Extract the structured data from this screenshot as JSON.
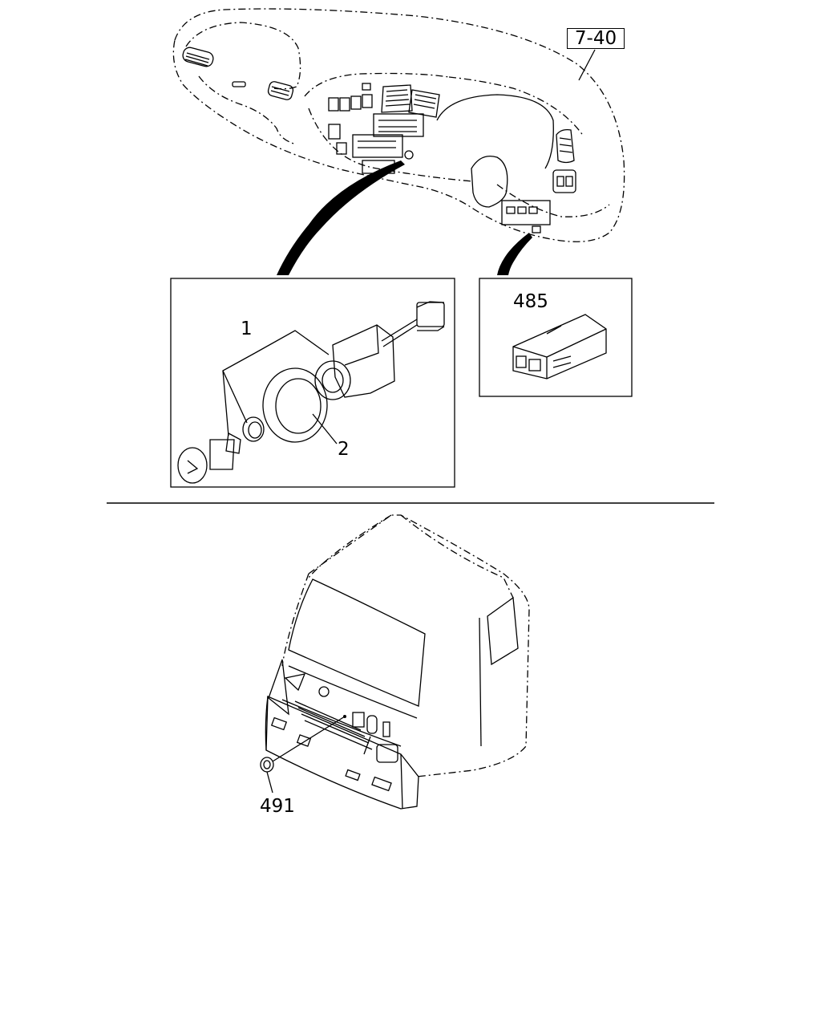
{
  "reference": {
    "page_ref": "7-40"
  },
  "callouts": {
    "part_1": "1",
    "part_2": "2",
    "part_485": "485",
    "part_491": "491"
  },
  "colors": {
    "line": "#000000",
    "background": "#ffffff"
  }
}
